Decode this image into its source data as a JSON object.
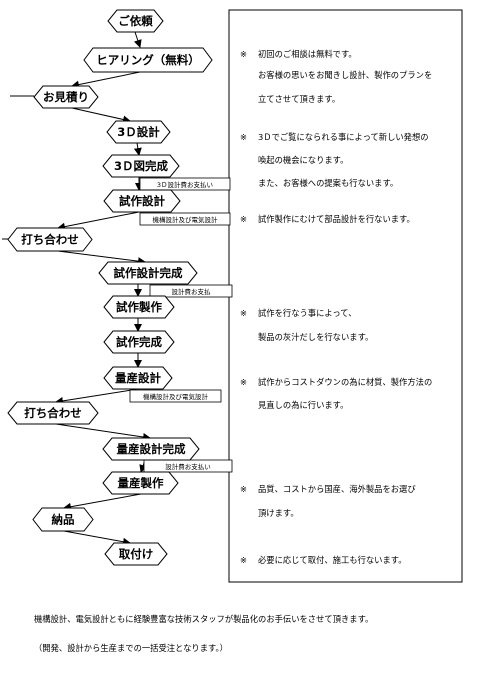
{
  "flow_nodes": [
    {
      "id": "n1",
      "label": "ご依頼"
    },
    {
      "id": "n2",
      "label": "ヒアリング（無料）"
    },
    {
      "id": "n3",
      "label": "お見積り"
    },
    {
      "id": "n4",
      "label": "3Ｄ設計"
    },
    {
      "id": "n5",
      "label": "3Ｄ図完成"
    },
    {
      "id": "n6",
      "label": "試作設計"
    },
    {
      "id": "n7",
      "label": "打ち合わせ"
    },
    {
      "id": "n8",
      "label": "試作設計完成"
    },
    {
      "id": "n9",
      "label": "試作製作"
    },
    {
      "id": "n10",
      "label": "試作完成"
    },
    {
      "id": "n11",
      "label": "量産設計"
    },
    {
      "id": "n12",
      "label": "打ち合わせ"
    },
    {
      "id": "n13",
      "label": "量産設計完成"
    },
    {
      "id": "n14",
      "label": "量産製作"
    },
    {
      "id": "n15",
      "label": "納品"
    },
    {
      "id": "n16",
      "label": "取付け"
    }
  ],
  "tags": [
    {
      "id": "t1",
      "label": "3Ｄ設計費お支払い"
    },
    {
      "id": "t2",
      "label": "機構設計及び電気設計"
    },
    {
      "id": "t3",
      "label": "設計費お支払"
    },
    {
      "id": "t4",
      "label": "機構設計及び電気設計"
    },
    {
      "id": "t5",
      "label": "設計費お支払い"
    }
  ],
  "notes": [
    {
      "id": "m1",
      "mark": "※",
      "lines": [
        "初回のご相談は無料です。",
        "お客様の思いをお聞きし設計、製作のプランを",
        "立てさせて頂きます。"
      ]
    },
    {
      "id": "m2",
      "mark": "※",
      "lines": [
        "3Ｄでご覧になられる事によって新しい発想の",
        "喚起の機会になります。",
        "また、お客様への提案も行ないます。"
      ]
    },
    {
      "id": "m3",
      "mark": "※",
      "lines": [
        "試作製作にむけて部品設計を行ないます。"
      ]
    },
    {
      "id": "m4",
      "mark": "※",
      "lines": [
        "試作を行なう事によって、",
        "製品の灰汁だしを行ないます。"
      ]
    },
    {
      "id": "m5",
      "mark": "※",
      "lines": [
        "試作からコストダウンの為に材質、製作方法の",
        "見直しの為に行います。"
      ]
    },
    {
      "id": "m6",
      "mark": "※",
      "lines": [
        "品質、コストから国産、海外製品をお選び",
        "頂けます。"
      ]
    },
    {
      "id": "m7",
      "mark": "※",
      "lines": [
        "必要に応じて取付、施工も行ないます。"
      ]
    }
  ],
  "footer": {
    "line1": "機構設計、電気設計ともに経験豊富な技術スタッフが製品化のお手伝いをさせて頂きます。",
    "line2": "（開発、設計から生産までの一括受注となります。）"
  }
}
